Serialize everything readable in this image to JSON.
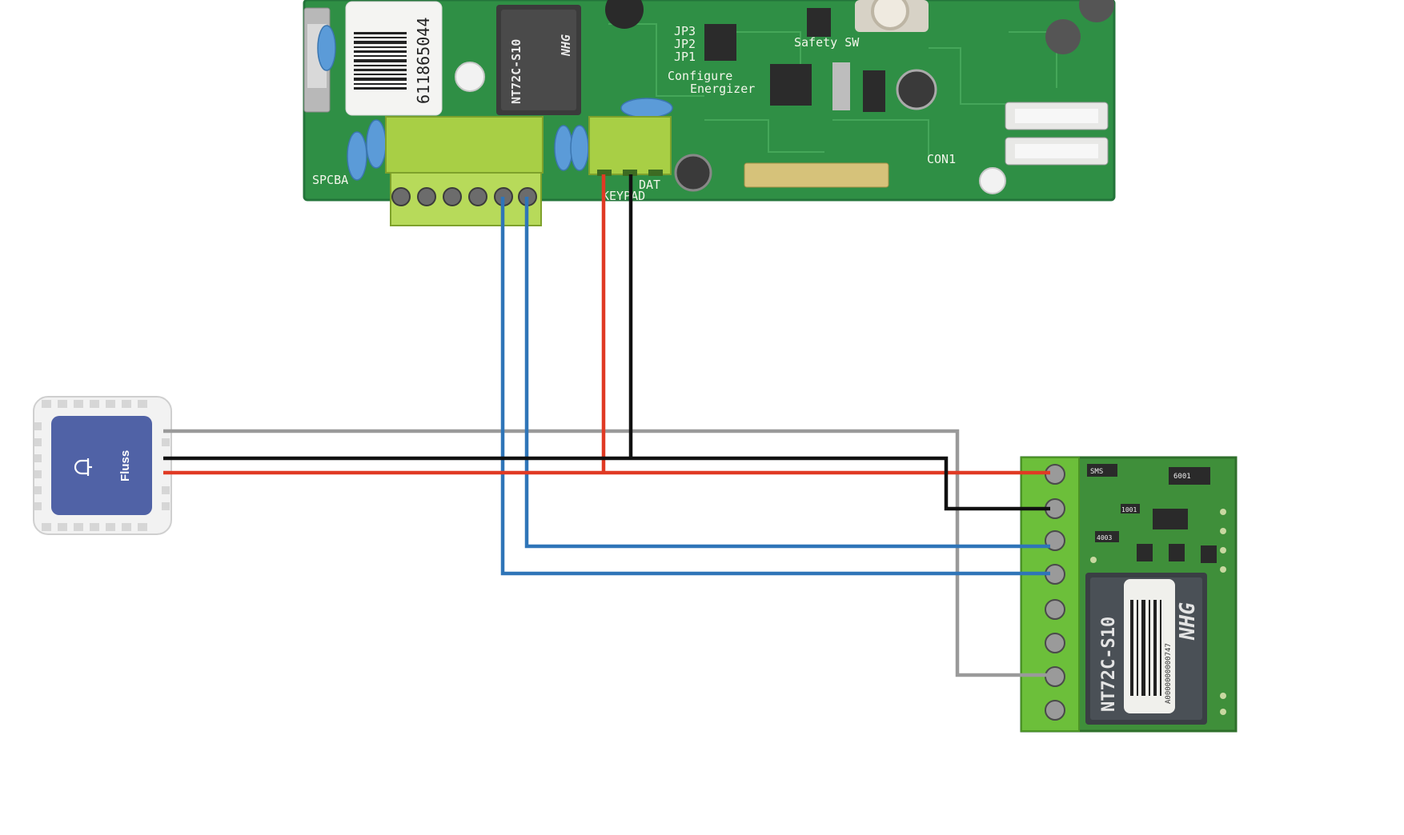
{
  "controller": {
    "barcode_number": "611865044",
    "relay_model": "NT72C-S10",
    "relay_brand": "NHG",
    "silkscreen": {
      "jumpers": [
        "JP3",
        "JP2",
        "JP1"
      ],
      "configure": "Configure",
      "energizer": "Energizer",
      "safety": "Safety SW",
      "keypad_dat": "DAT",
      "keypad": "KEYPAD",
      "board_id": "SPCBA",
      "con": "CON1"
    }
  },
  "relay_module": {
    "relay_model": "NT72C-S10",
    "relay_brand": "NHG",
    "serial": "A0000000000747",
    "smd_marks": [
      "SMS",
      "6001",
      "1001",
      "4003"
    ]
  },
  "sensor": {
    "label": "Fluss",
    "icon": "bell-icon"
  },
  "wire_colors": {
    "red": "#e03a24",
    "black": "#111111",
    "gray": "#9a9a9a",
    "blue": "#2f75b8"
  }
}
